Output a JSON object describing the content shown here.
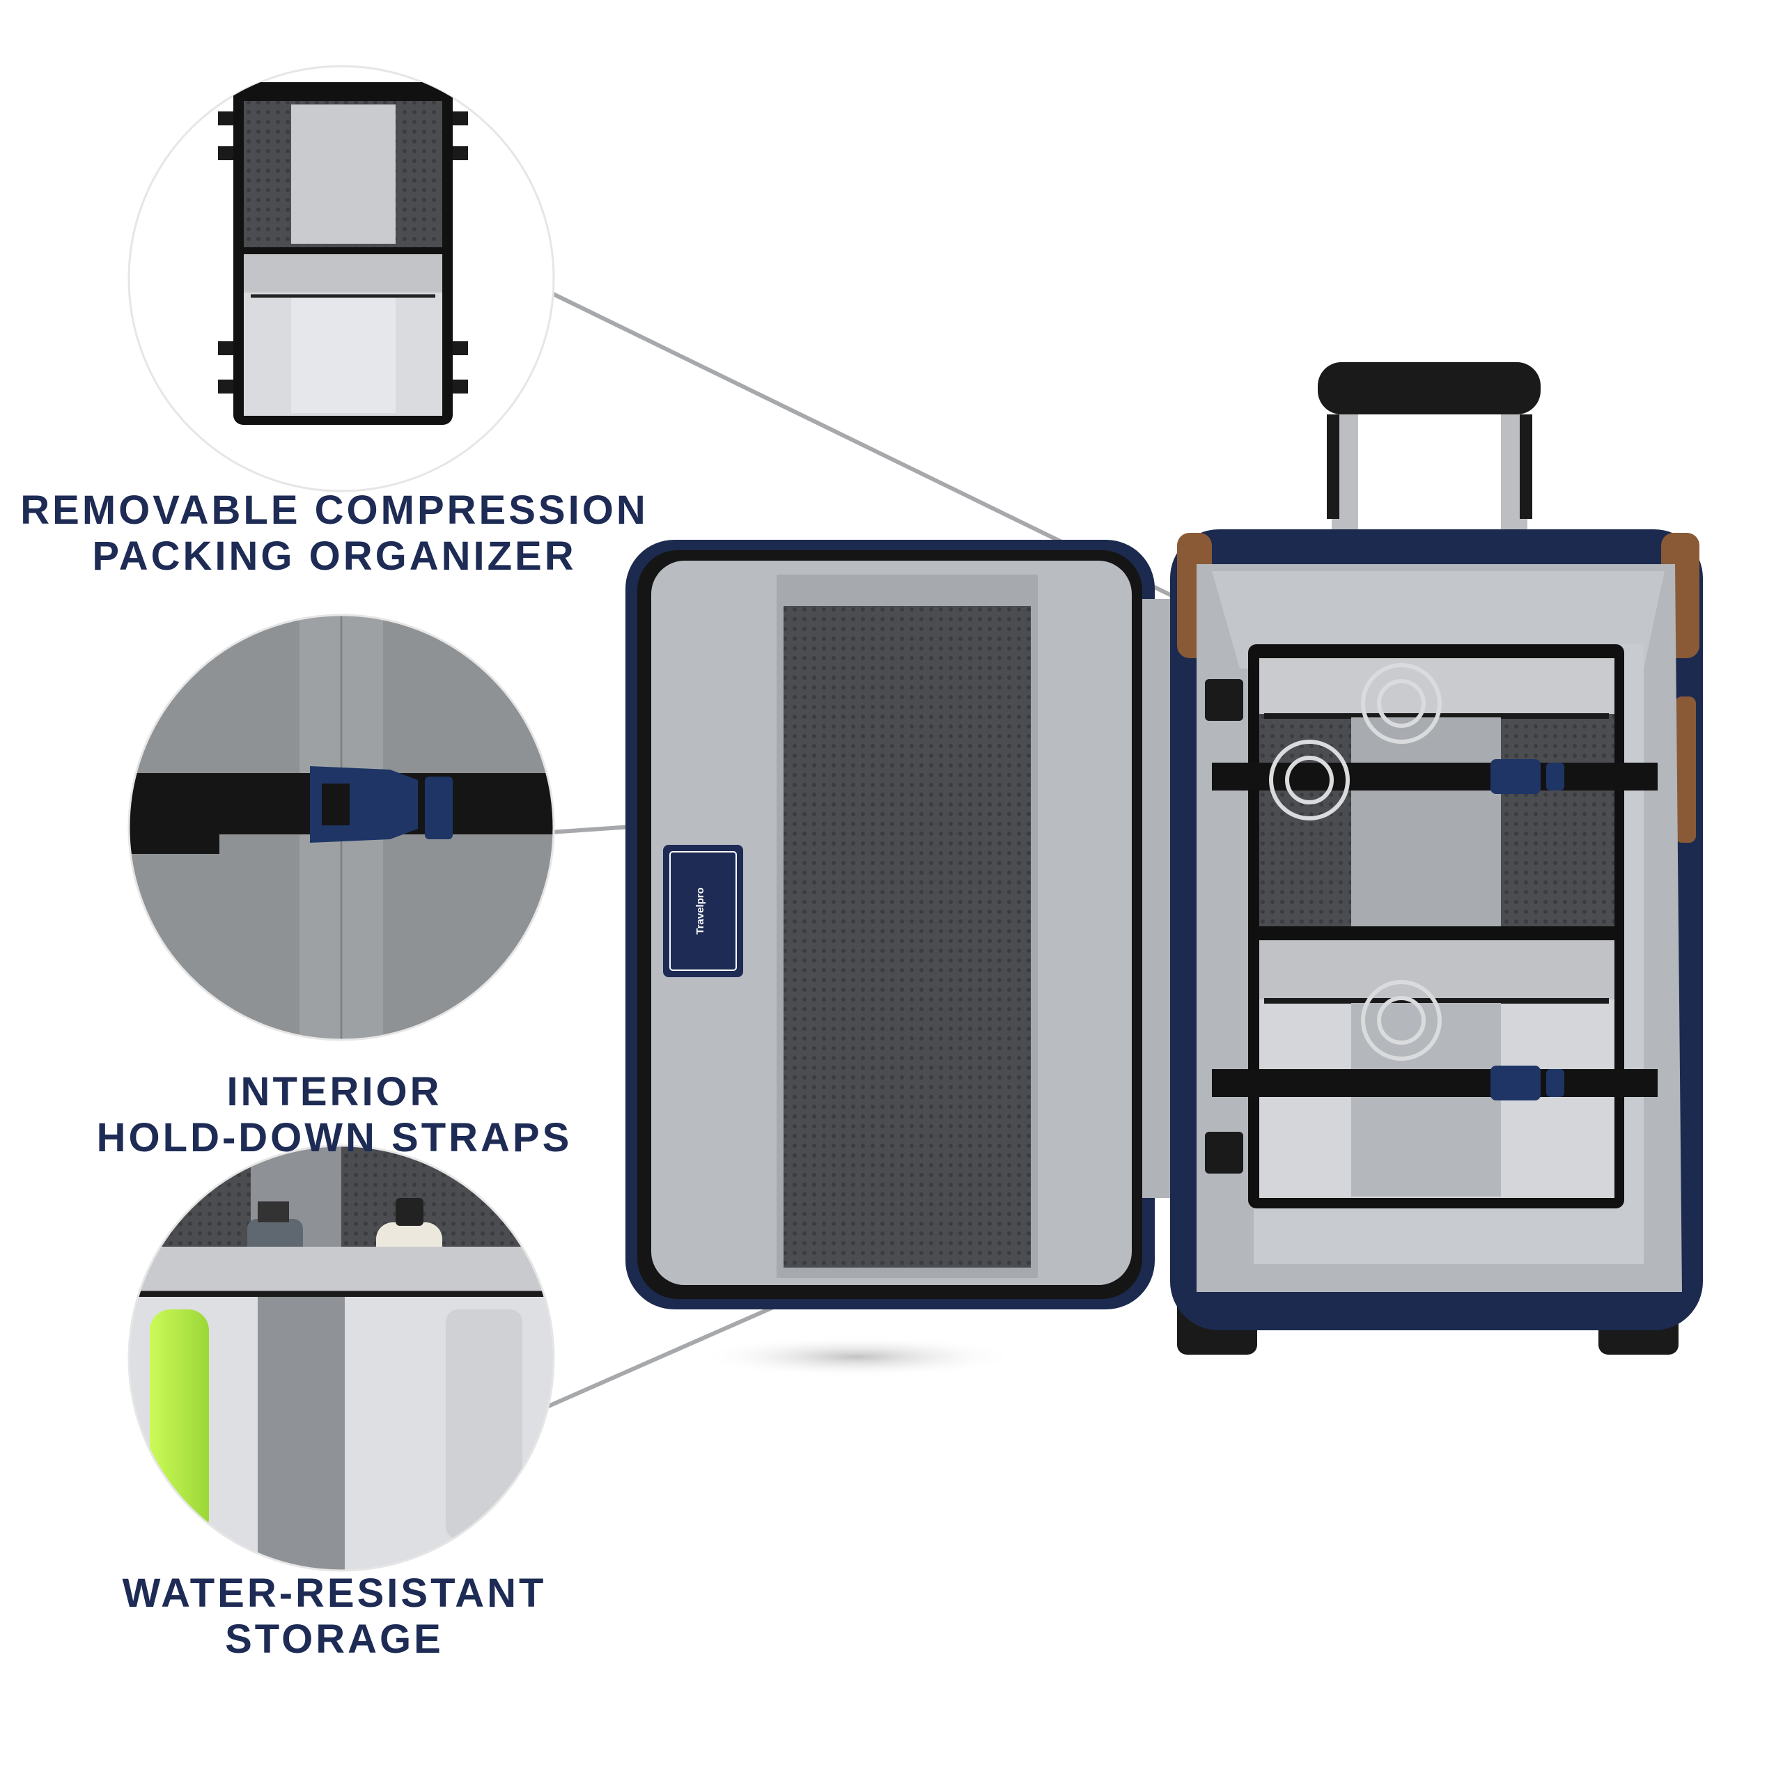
{
  "features": [
    {
      "line1": "REMOVABLE COMPRESSION",
      "line2": "PACKING ORGANIZER"
    },
    {
      "line1": "INTERIOR",
      "line2": "HOLD-DOWN STRAPS"
    },
    {
      "line1": "WATER-RESISTANT",
      "line2": "STORAGE"
    }
  ],
  "brand": {
    "label_text": "Travelpro"
  },
  "colors": {
    "label_text": "#1d2b55",
    "luggage_navy": "#1b2a4e",
    "lining_gray": "#b9bcc1",
    "mesh_dark": "#4a4c50",
    "leader_line": "#a6a8ab",
    "leather_trim": "#8a5a36"
  }
}
